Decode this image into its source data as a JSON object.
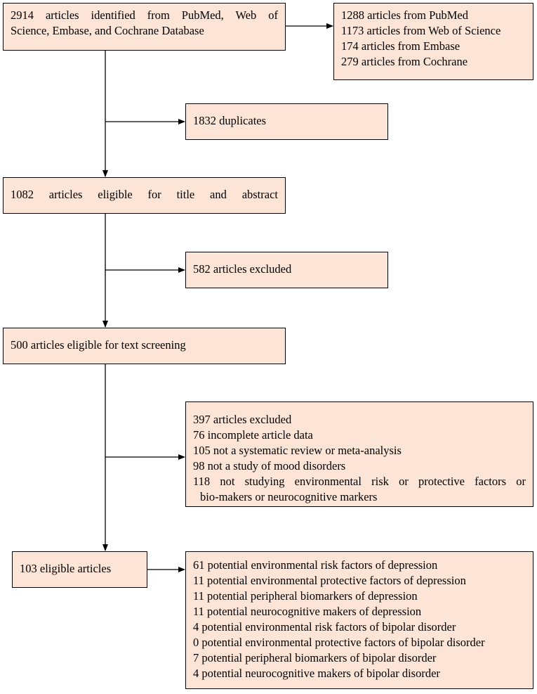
{
  "identified": {
    "line1": "2914 articles identified from PubMed, Web of",
    "line2": "Science, Embase, and Cochrane Database"
  },
  "sources": [
    "1288 articles from PubMed",
    "1173 articles from Web of Science",
    "174 articles from Embase",
    "279 articles from Cochrane"
  ],
  "duplicates": "1832 duplicates",
  "title_abstract": "1082 articles eligible for title and abstract",
  "excluded_first": "582 articles excluded",
  "text_screening": "500 articles eligible for text screening",
  "excluded_second": {
    "total": "397 articles excluded",
    "reasons": [
      "76 incomplete article data",
      "105 not a systematic review or meta-analysis",
      "98 not a study of mood disorders"
    ],
    "last_line1": "118 not studying environmental risk or protective factors or",
    "last_line2": "bio-makers or neurocognitive markers"
  },
  "eligible": "103 eligible articles",
  "results": [
    "61 potential environmental risk factors of depression",
    "11 potential environmental protective factors of depression",
    "11 potential peripheral biomarkers of depression",
    "11 potential neurocognitive makers of depression",
    "4 potential environmental risk factors of bipolar disorder",
    "0 potential environmental protective factors of bipolar disorder",
    "7 potential peripheral biomarkers of bipolar disorder",
    "4 potential neurocognitive makers of bipolar disorder"
  ]
}
